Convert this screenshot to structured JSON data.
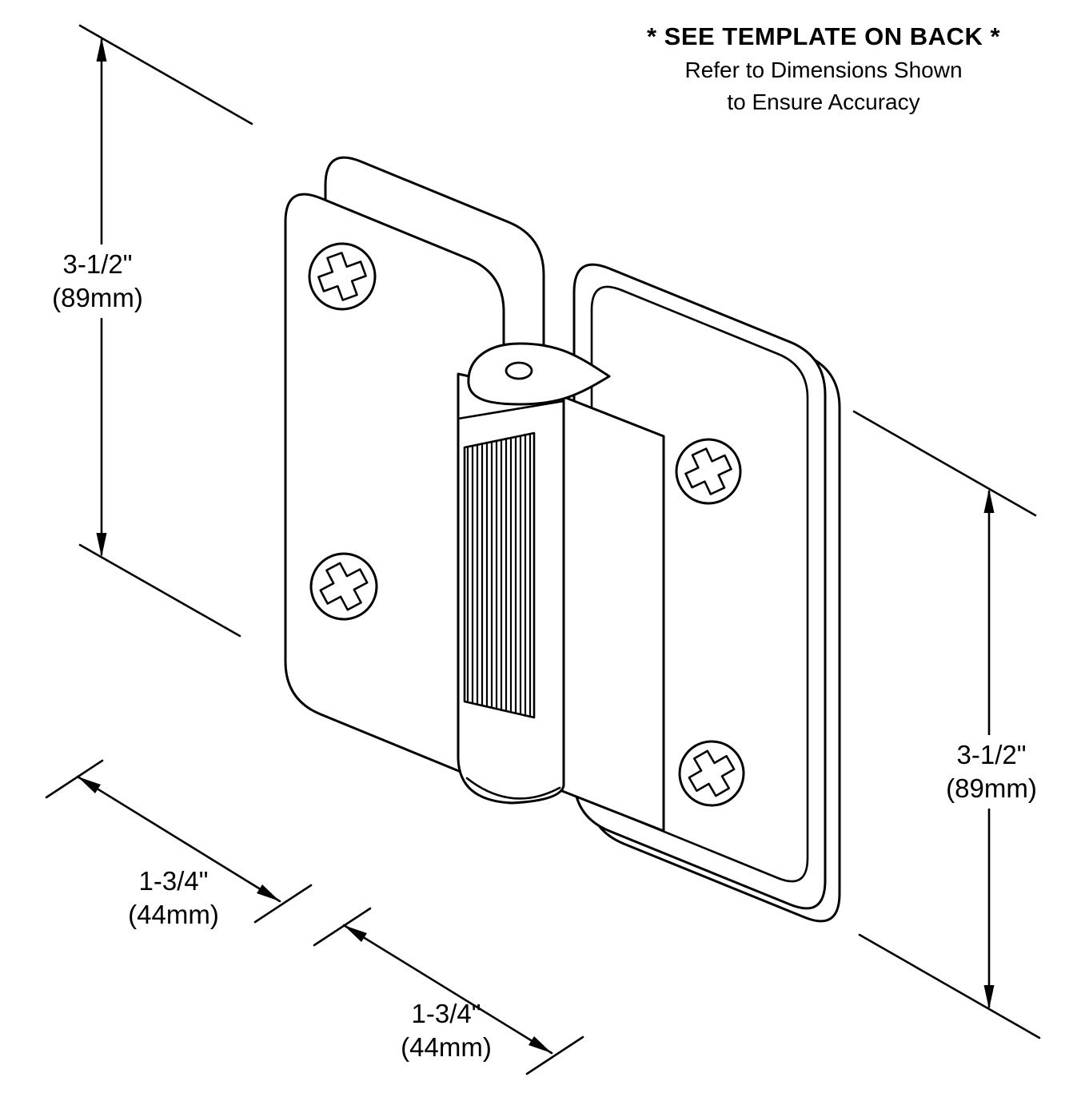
{
  "note": {
    "line1": "* SEE TEMPLATE ON BACK *",
    "line2": "Refer to Dimensions Shown",
    "line3": "to Ensure Accuracy"
  },
  "dimensions": {
    "left_height": {
      "value": "3-1/2\"",
      "metric": "(89mm)"
    },
    "right_height": {
      "value": "3-1/2\"",
      "metric": "(89mm)"
    },
    "bottom_left_width": {
      "value": "1-3/4\"",
      "metric": "(44mm)"
    },
    "bottom_center_width": {
      "value": "1-3/4\"",
      "metric": "(44mm)"
    }
  },
  "colors": {
    "line": "#000000",
    "background": "#ffffff"
  }
}
